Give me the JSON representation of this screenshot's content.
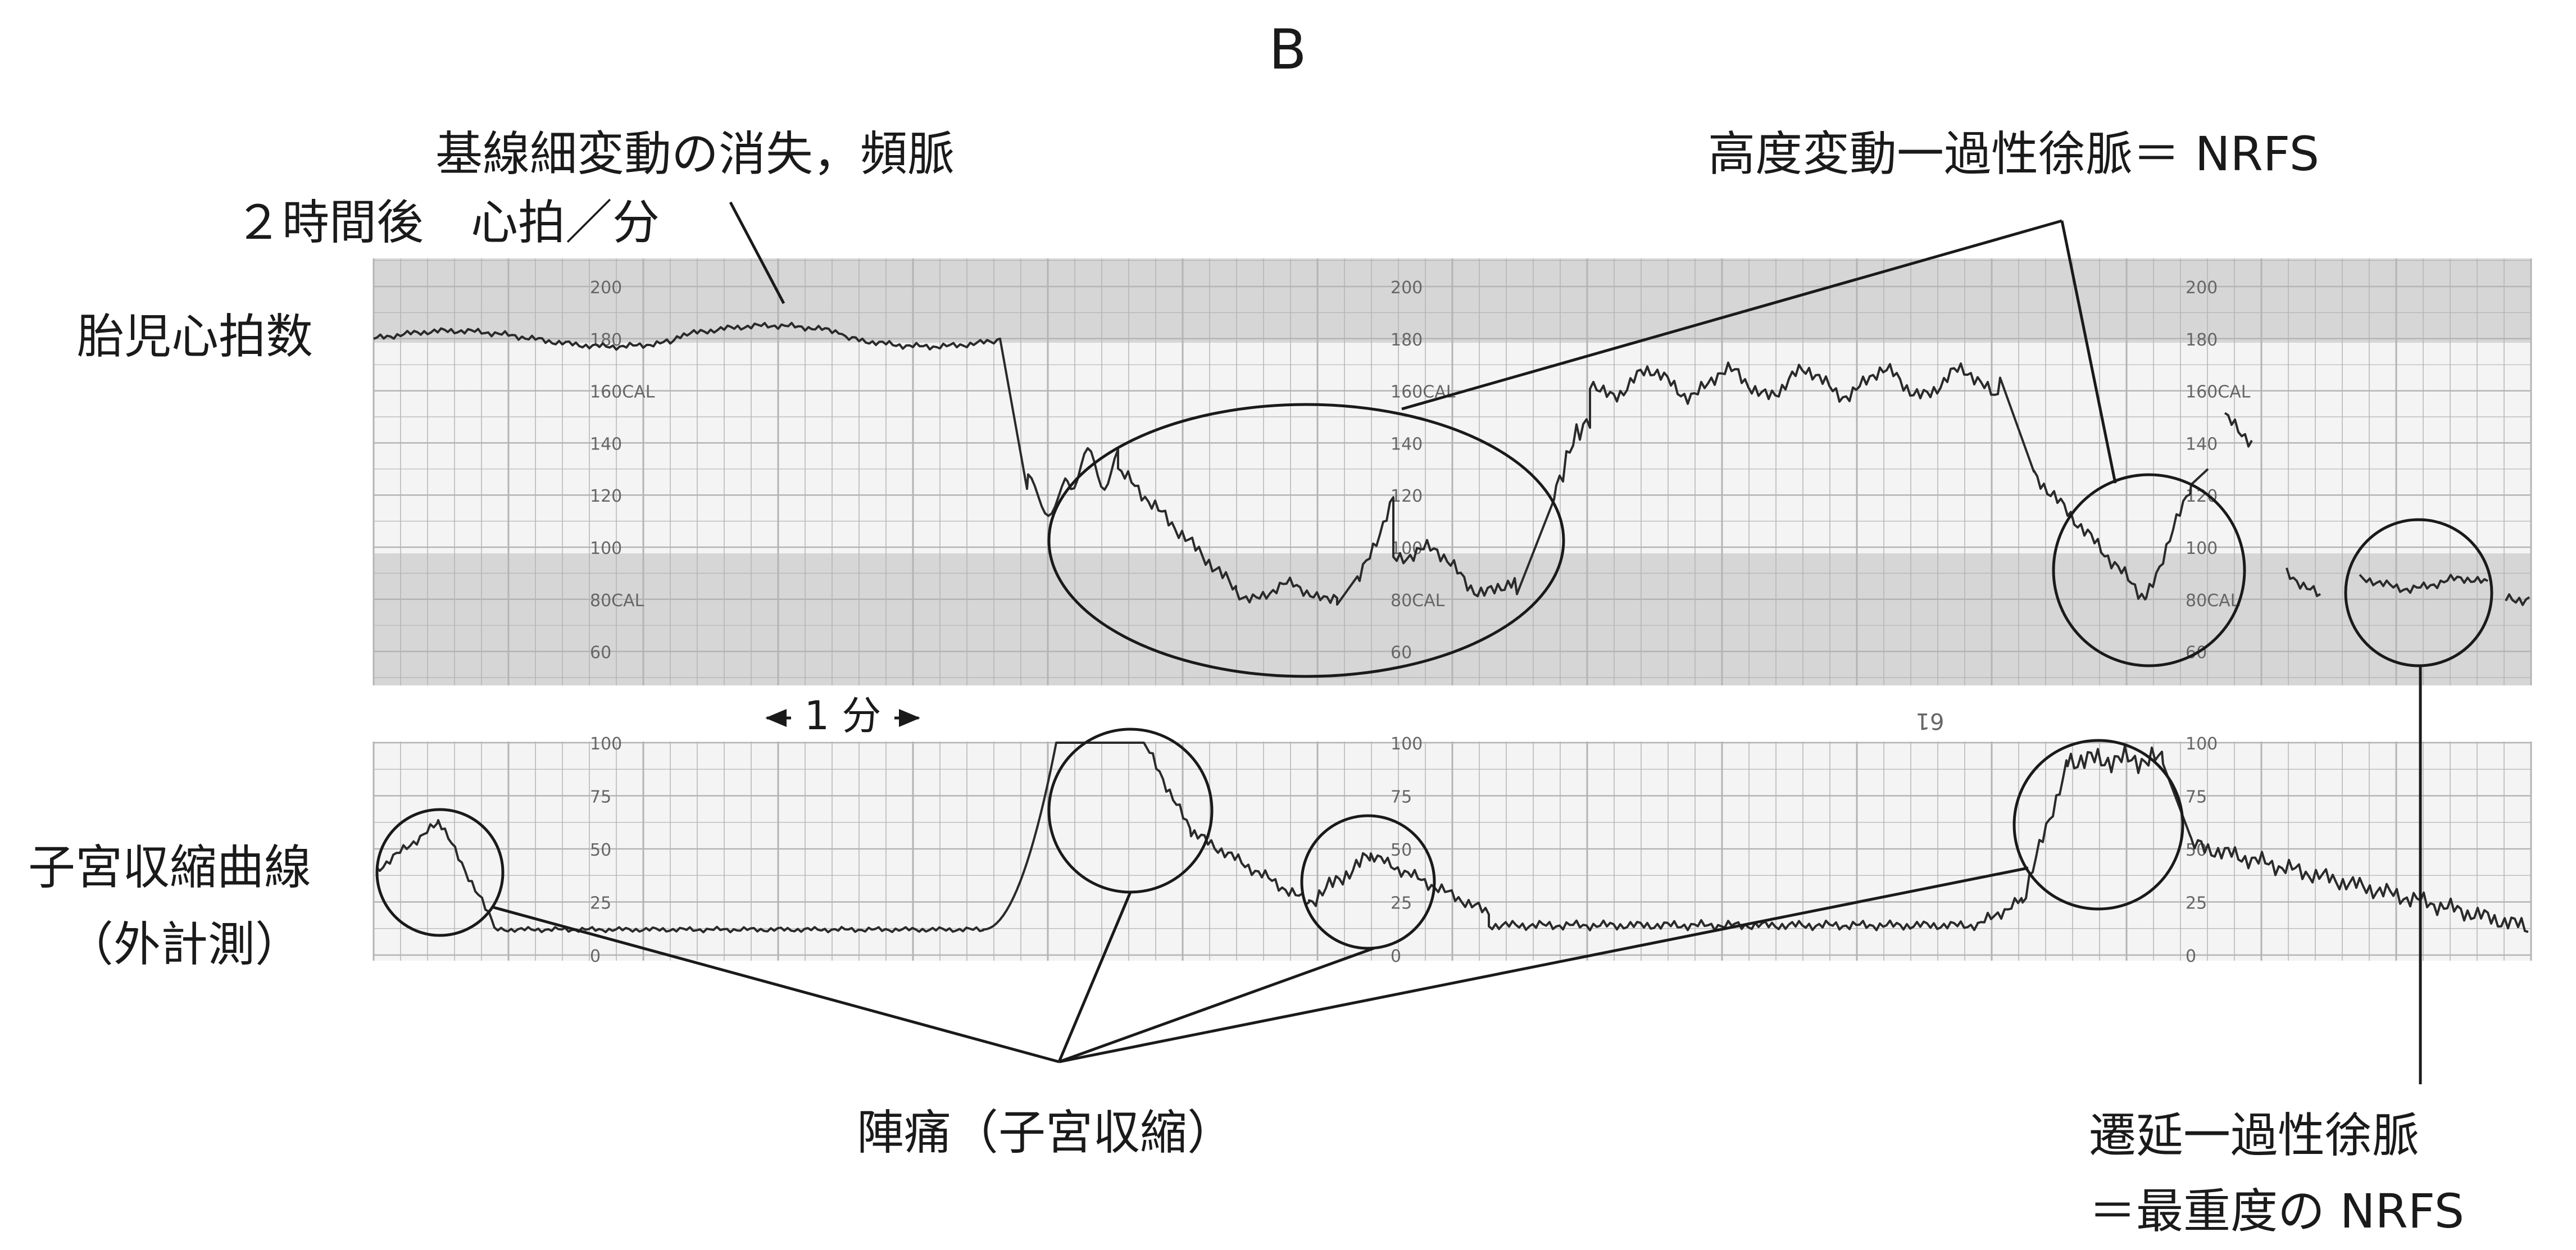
{
  "panel_label": "B",
  "fhr_section_label": "胎児心拍数",
  "time_label": "２時間後　心拍／分",
  "uc_section_label_1": "子宮収縮曲線",
  "uc_section_label_2": "（外計測）",
  "minute_marker": "1 分",
  "page_number_mark": "61",
  "annotations": {
    "baseline_loss": "基線細変動の消失，頻脈",
    "severe_variable": "高度変動一過性徐脈＝ NRFS",
    "labor_pains": "陣痛（子宮収縮）",
    "prolonged_decel_1": "遷延一過性徐脈",
    "prolonged_decel_2": "＝最重度の NRFS"
  },
  "fhr_scale": [
    {
      "value": 200,
      "text": "200"
    },
    {
      "value": 180,
      "text": "180"
    },
    {
      "value": 160,
      "text": "160CAL"
    },
    {
      "value": 140,
      "text": "140"
    },
    {
      "value": 120,
      "text": "120"
    },
    {
      "value": 100,
      "text": "100"
    },
    {
      "value": 80,
      "text": "80CAL"
    },
    {
      "value": 60,
      "text": "60"
    }
  ],
  "uc_scale": [
    {
      "value": 100,
      "text": "100"
    },
    {
      "value": 75,
      "text": "75"
    },
    {
      "value": 50,
      "text": "50"
    },
    {
      "value": 25,
      "text": "25"
    },
    {
      "value": 0,
      "text": "0"
    }
  ],
  "colors": {
    "paper": "#f4f4f4",
    "band": "#d6d6d6",
    "grid": "#b4b4b4",
    "trace": "#2a2a2a",
    "ink": "#1a1a1a"
  }
}
